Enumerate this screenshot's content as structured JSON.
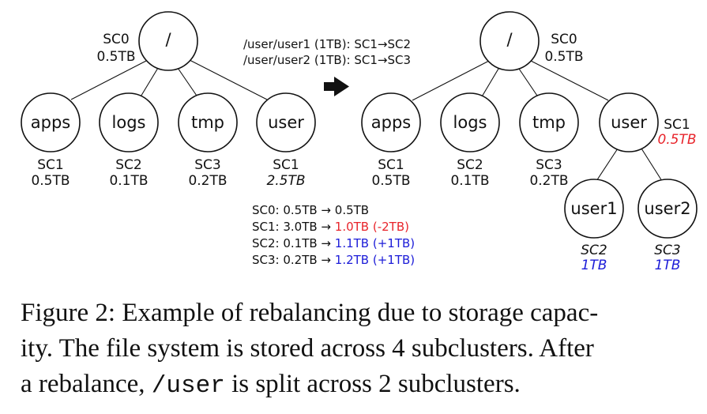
{
  "colors": {
    "text": "#111111",
    "red": "#e8242b",
    "blue": "#1c1cd8"
  },
  "left_tree": {
    "root": {
      "label": "/",
      "sc": "SC0",
      "size": "0.5TB"
    },
    "children": [
      {
        "label": "apps",
        "sc": "SC1",
        "size": "0.5TB",
        "italic": false
      },
      {
        "label": "logs",
        "sc": "SC2",
        "size": "0.1TB",
        "italic": false
      },
      {
        "label": "tmp",
        "sc": "SC3",
        "size": "0.2TB",
        "italic": false
      },
      {
        "label": "user",
        "sc": "SC1",
        "size": "2.5TB",
        "italic": true
      }
    ]
  },
  "right_tree": {
    "root": {
      "label": "/",
      "sc": "SC0",
      "size": "0.5TB"
    },
    "children": [
      {
        "label": "apps",
        "sc": "SC1",
        "size": "0.5TB"
      },
      {
        "label": "logs",
        "sc": "SC2",
        "size": "0.1TB"
      },
      {
        "label": "tmp",
        "sc": "SC3",
        "size": "0.2TB"
      },
      {
        "label": "user",
        "sc": "SC1",
        "size": "0.5TB"
      }
    ],
    "grandchildren": [
      {
        "label": "user1",
        "sc": "SC2",
        "size": "1TB"
      },
      {
        "label": "user2",
        "sc": "SC3",
        "size": "1TB"
      }
    ]
  },
  "moves": [
    {
      "text": "/user/user1 (1TB): SC1→SC2"
    },
    {
      "text": "/user/user2 (1TB): SC1→SC3"
    }
  ],
  "summary": [
    {
      "prefix": "SC0: 0.5TB → ",
      "value": "0.5TB",
      "color": ""
    },
    {
      "prefix": "SC1: 3.0TB → ",
      "value": "1.0TB (-2TB)",
      "color": "red"
    },
    {
      "prefix": "SC2: 0.1TB → ",
      "value": "1.1TB (+1TB)",
      "color": "blue"
    },
    {
      "prefix": "SC3: 0.2TB → ",
      "value": "1.2TB (+1TB)",
      "color": "blue"
    }
  ],
  "caption": {
    "line1": "Figure 2: Example of rebalancing due to storage capac-",
    "line2": "ity. The file system is stored across 4 subclusters. After",
    "line3_pre": "a rebalance, ",
    "line3_code": "/user",
    "line3_post": " is split across 2 subclusters."
  }
}
